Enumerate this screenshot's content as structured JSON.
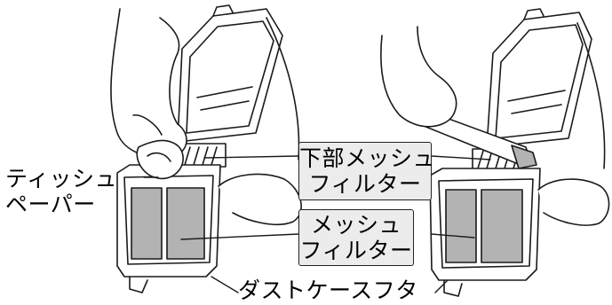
{
  "labels": {
    "tissue_paper_line1": "ティッシュ",
    "tissue_paper_line2": "ペーパー",
    "lower_mesh_filter_line1": "下部メッシュ",
    "lower_mesh_filter_line2": "フィルター",
    "mesh_filter_line1": "メッシュ",
    "mesh_filter_line2": "フィルター",
    "dust_case_lid": "ダストケースフタ"
  },
  "colors": {
    "line": "#1a1a1a",
    "filter_gray": "#b3b3b3",
    "label_box_fill": "#ececec",
    "background": "#ffffff"
  }
}
